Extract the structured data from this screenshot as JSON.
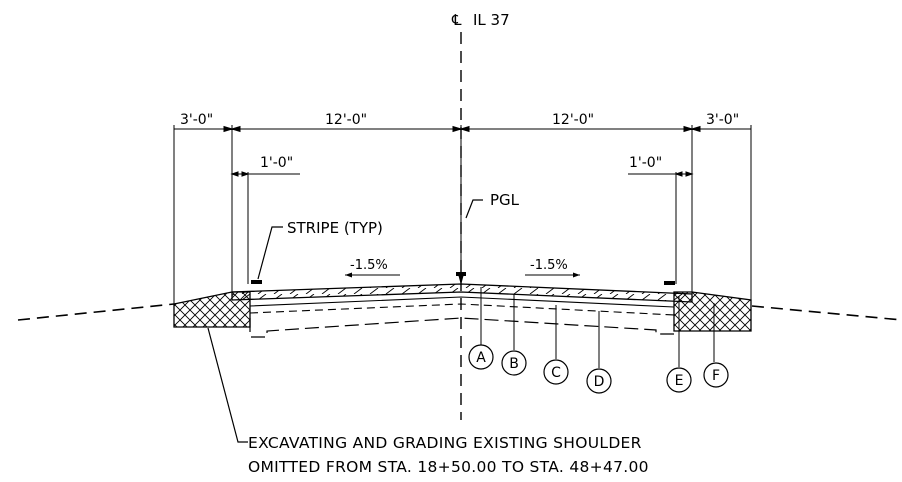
{
  "centerline": {
    "symbol": "℄",
    "label": "IL 37"
  },
  "dimensions": {
    "left_shoulder": "3'-0\"",
    "left_lane": "12'-0\"",
    "right_lane": "12'-0\"",
    "right_shoulder": "3'-0\"",
    "left_offset": "1'-0\"",
    "right_offset": "1'-0\""
  },
  "labels": {
    "pgl": "PGL",
    "stripe": "STRIPE (TYP)"
  },
  "slopes": {
    "left": "-1.5%",
    "right": "-1.5%"
  },
  "callouts": [
    "A",
    "B",
    "C",
    "D",
    "E",
    "F"
  ],
  "note": {
    "line1": "EXCAVATING AND GRADING EXISTING SHOULDER",
    "line2": "OMITTED FROM STA. 18+50.00 TO STA. 48+47.00"
  }
}
